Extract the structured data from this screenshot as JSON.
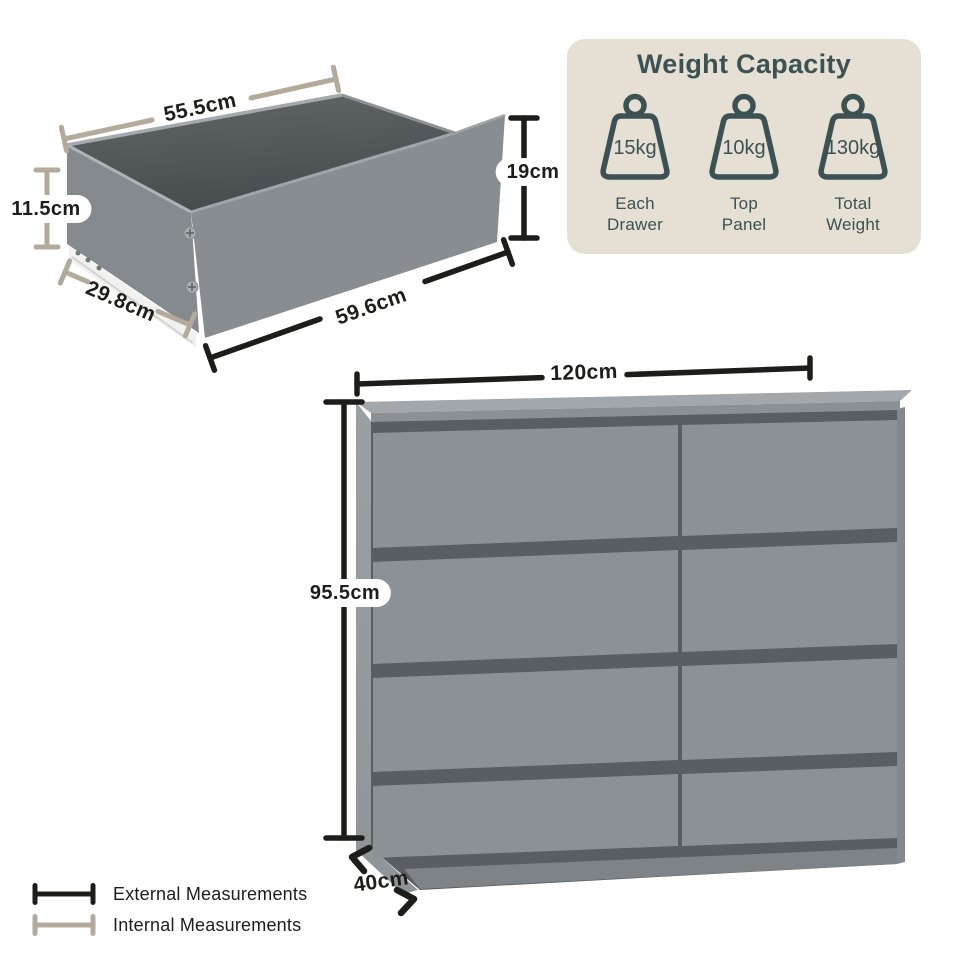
{
  "colors": {
    "ink": "#1d1d1b",
    "internal_tan": "#b4aa9c",
    "panel_bg": "#e5e0d3",
    "panel_text": "#3c5154",
    "furniture_grey": "#8b9194",
    "furniture_dark": "#585e61"
  },
  "drawer_diagram": {
    "internal_width": "55.5cm",
    "internal_height": "11.5cm",
    "front_height": "19cm",
    "internal_depth": "29.8cm",
    "external_width": "59.6cm"
  },
  "weight_panel": {
    "title": "Weight Capacity",
    "items": [
      {
        "value": "15kg",
        "label1": "Each",
        "label2": "Drawer"
      },
      {
        "value": "10kg",
        "label1": "Top",
        "label2": "Panel"
      },
      {
        "value": "130kg",
        "label1": "Total",
        "label2": "Weight"
      }
    ]
  },
  "dresser_diagram": {
    "external_width": "120cm",
    "external_height": "95.5cm",
    "external_depth": "40cm"
  },
  "legend": {
    "external": "External Measurements",
    "internal": "Internal Measurements"
  }
}
